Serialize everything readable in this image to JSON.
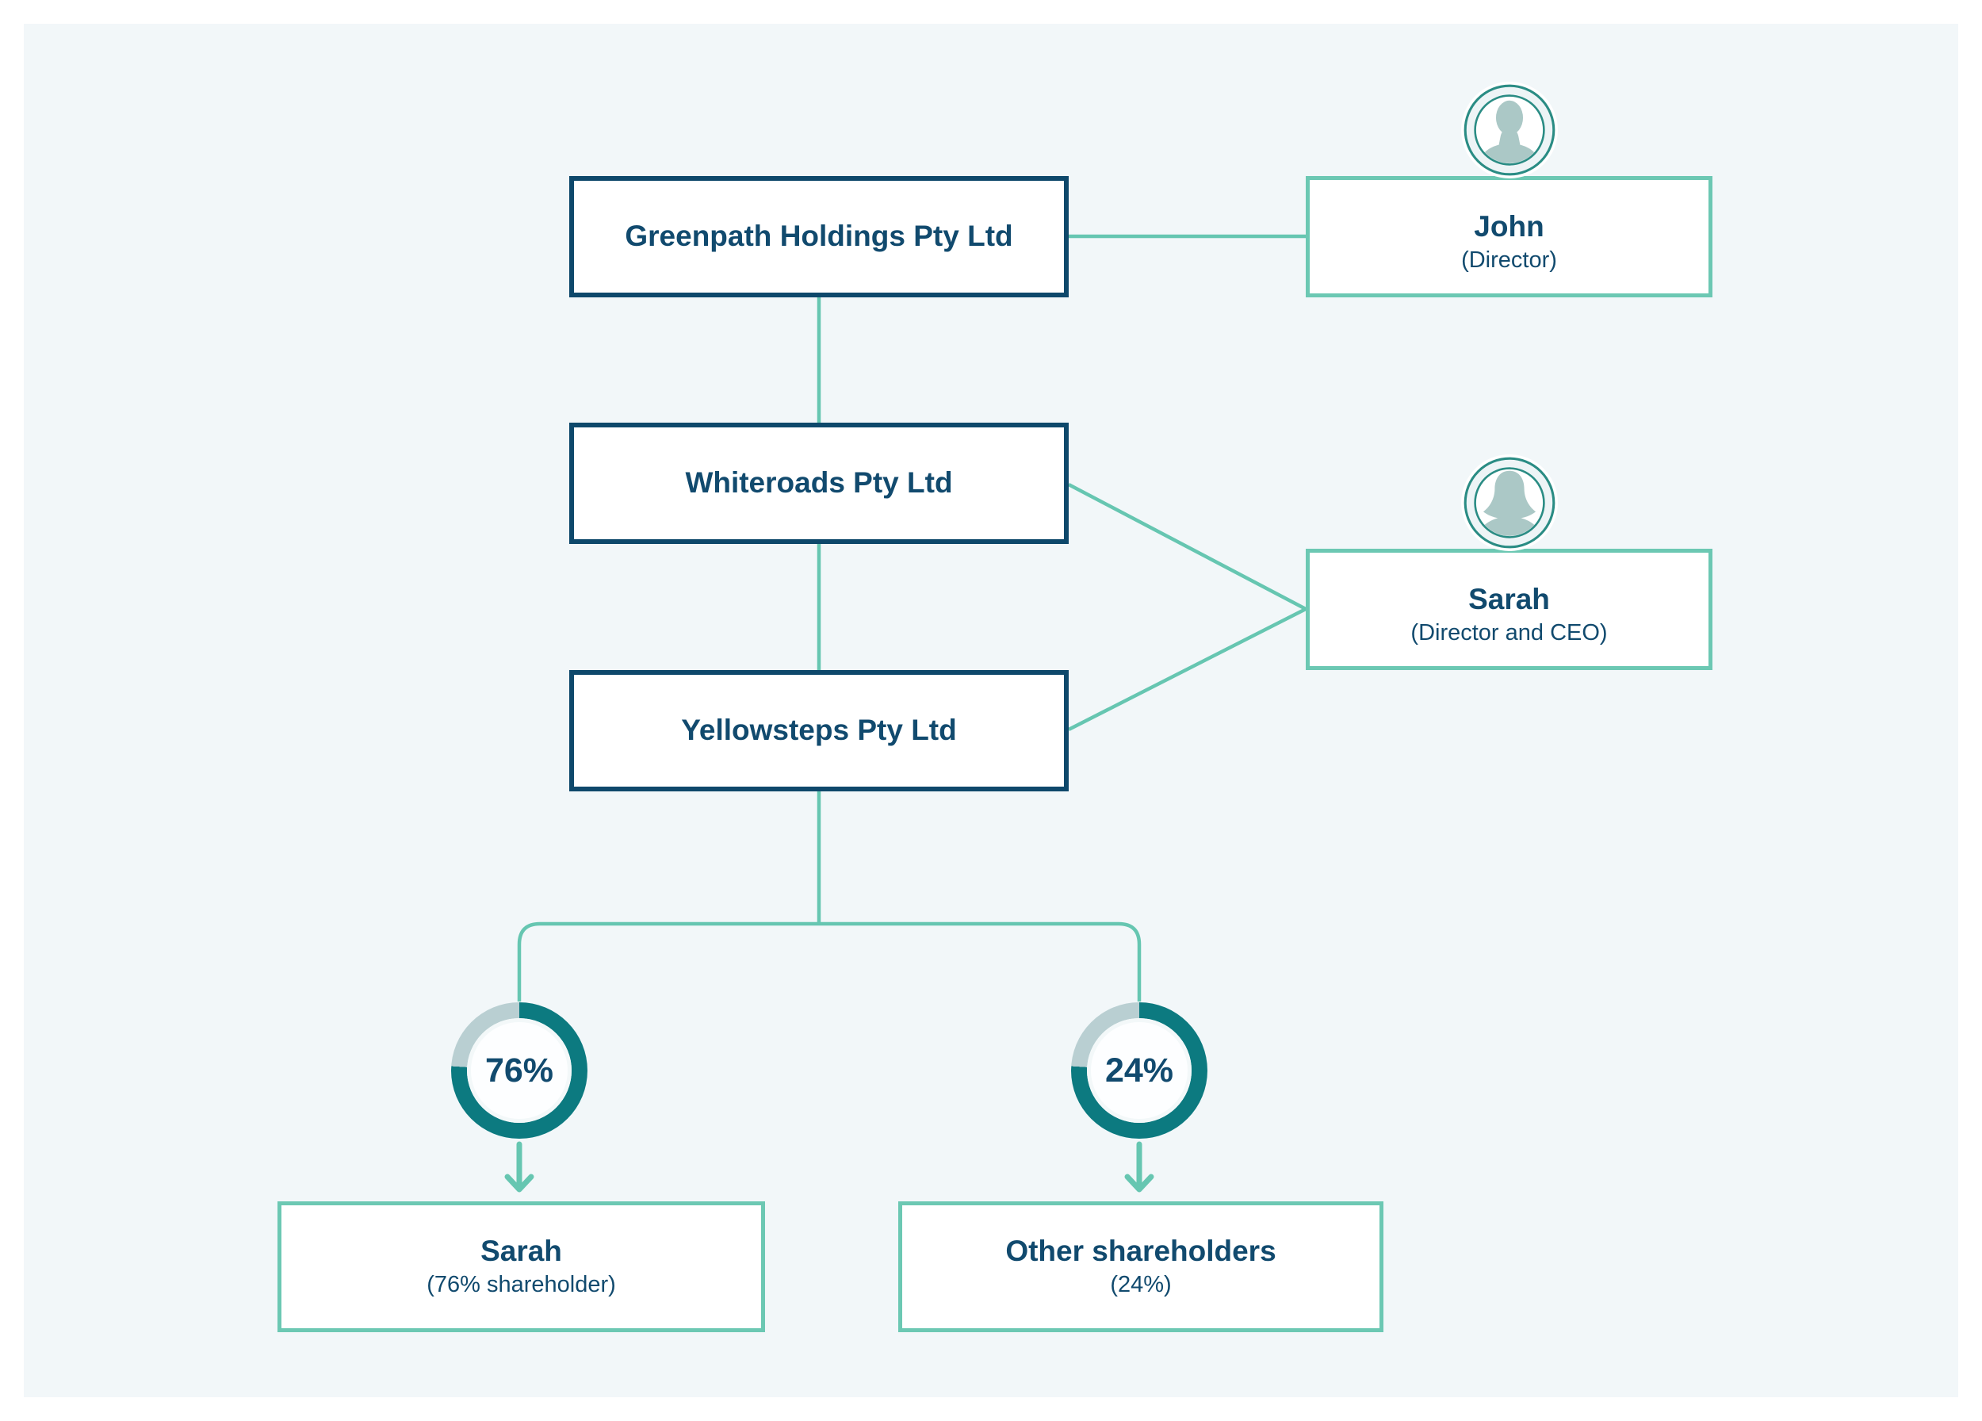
{
  "page": {
    "background": "#ffffff",
    "panel_background": "#f2f7f9"
  },
  "palette": {
    "navy_border": "#0e486b",
    "navy_text": "#114a6e",
    "teal_line": "#66c6b1",
    "teal_border": "#6cc8b3",
    "donut_dark": "#0c7a80",
    "donut_light": "#b9cfd2",
    "avatar_ring": "#2a8c84",
    "avatar_fill": "#edf4f6",
    "avatar_silhouette": "#abc8c6"
  },
  "diagram": {
    "companies": [
      {
        "id": "greenpath",
        "label": "Greenpath Holdings Pty Ltd"
      },
      {
        "id": "whiteroads",
        "label": "Whiteroads Pty Ltd"
      },
      {
        "id": "yellowsteps",
        "label": "Yellowsteps Pty Ltd"
      }
    ],
    "people": [
      {
        "id": "john",
        "name": "John",
        "role": "(Director)",
        "avatar_icon": "male-avatar-icon"
      },
      {
        "id": "sarah",
        "name": "Sarah",
        "role": "(Director and CEO)",
        "avatar_icon": "female-avatar-icon"
      }
    ],
    "shareholders": [
      {
        "id": "sarah-shareholder",
        "name": "Sarah",
        "role": "(76% shareholder)"
      },
      {
        "id": "other-shareholders",
        "name": "Other shareholders",
        "role": "(24%)"
      }
    ]
  },
  "chart_data": [
    {
      "type": "pie",
      "variant": "donut",
      "label": "76%",
      "segments": [
        {
          "name": "dark",
          "value": 76,
          "color": "#0c7a80"
        },
        {
          "name": "light",
          "value": 24,
          "color": "#b9cfd2"
        }
      ]
    },
    {
      "type": "pie",
      "variant": "donut",
      "label": "24%",
      "segments": [
        {
          "name": "dark",
          "value": 76,
          "color": "#0c7a80"
        },
        {
          "name": "light",
          "value": 24,
          "color": "#b9cfd2"
        }
      ]
    }
  ]
}
